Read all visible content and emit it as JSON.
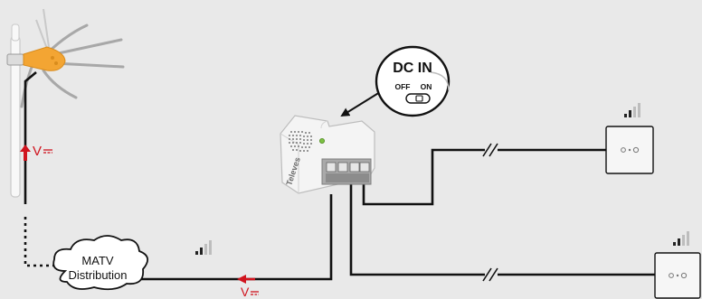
{
  "labels": {
    "dc_in_title": "DC IN",
    "switch_off": "OFF",
    "switch_on": "ON",
    "voltage_label_antenna": "V",
    "voltage_label_bottom": "V",
    "matv_line1": "MATV",
    "matv_line2": "Distribution",
    "brand": "Televes"
  },
  "colors": {
    "background": "#e9e9e9",
    "cable": "#111111",
    "signal_arrow": "#d0141e",
    "antenna_orange": "#f3a533",
    "antenna_grey": "#a8a8a8",
    "device_light": "#f4f4f4"
  },
  "icons": {
    "signal": "signal-strength-icon",
    "wall_outlet": "wall-socket-icon",
    "cable_break": "double-slash-break"
  }
}
